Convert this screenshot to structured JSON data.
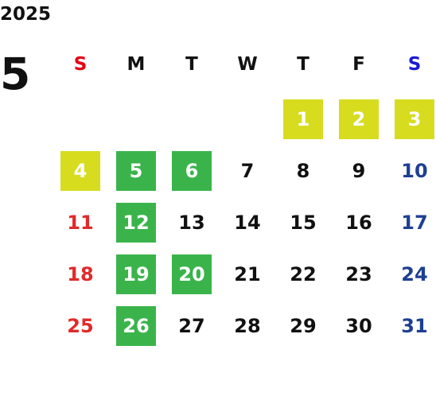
{
  "calendar": {
    "year": "2025",
    "month": "5",
    "weekdays": [
      {
        "label": "S",
        "kind": "sun"
      },
      {
        "label": "M",
        "kind": ""
      },
      {
        "label": "T",
        "kind": ""
      },
      {
        "label": "W",
        "kind": ""
      },
      {
        "label": "T",
        "kind": ""
      },
      {
        "label": "F",
        "kind": ""
      },
      {
        "label": "S",
        "kind": "sat"
      }
    ],
    "first_weekday_index": 4,
    "days": [
      {
        "label": "1",
        "highlight": "yellow"
      },
      {
        "label": "2",
        "highlight": "yellow"
      },
      {
        "label": "3",
        "highlight": "yellow"
      },
      {
        "label": "4",
        "highlight": "yellow"
      },
      {
        "label": "5",
        "highlight": "green"
      },
      {
        "label": "6",
        "highlight": "green"
      },
      {
        "label": "7",
        "highlight": ""
      },
      {
        "label": "8",
        "highlight": ""
      },
      {
        "label": "9",
        "highlight": ""
      },
      {
        "label": "10",
        "highlight": ""
      },
      {
        "label": "11",
        "highlight": ""
      },
      {
        "label": "12",
        "highlight": "green"
      },
      {
        "label": "13",
        "highlight": ""
      },
      {
        "label": "14",
        "highlight": ""
      },
      {
        "label": "15",
        "highlight": ""
      },
      {
        "label": "16",
        "highlight": ""
      },
      {
        "label": "17",
        "highlight": ""
      },
      {
        "label": "18",
        "highlight": ""
      },
      {
        "label": "19",
        "highlight": "green"
      },
      {
        "label": "20",
        "highlight": "green"
      },
      {
        "label": "21",
        "highlight": ""
      },
      {
        "label": "22",
        "highlight": ""
      },
      {
        "label": "23",
        "highlight": ""
      },
      {
        "label": "24",
        "highlight": ""
      },
      {
        "label": "25",
        "highlight": ""
      },
      {
        "label": "26",
        "highlight": "green"
      },
      {
        "label": "27",
        "highlight": ""
      },
      {
        "label": "28",
        "highlight": ""
      },
      {
        "label": "29",
        "highlight": ""
      },
      {
        "label": "30",
        "highlight": ""
      },
      {
        "label": "31",
        "highlight": ""
      }
    ]
  },
  "colors": {
    "highlight_yellow": "#d7dc1f",
    "highlight_green": "#3ab44a",
    "sunday": "#e02a2a",
    "saturday": "#1e3f92",
    "text": "#111111"
  }
}
